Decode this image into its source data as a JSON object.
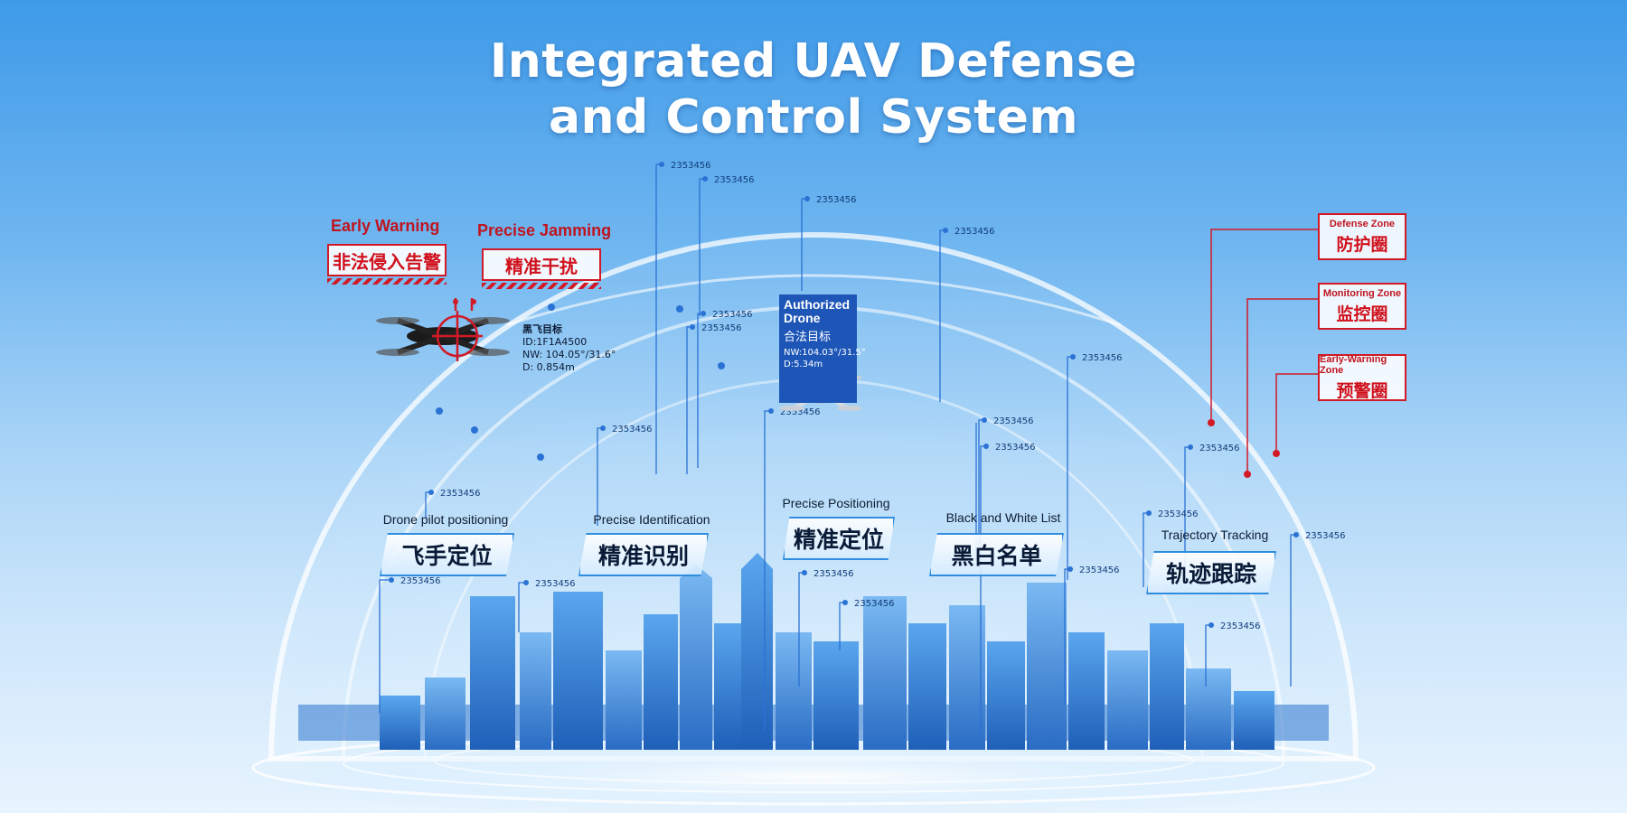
{
  "title": {
    "line1": "Integrated UAV Defense",
    "line2": "and Control System"
  },
  "early_warning": {
    "en": "Early Warning",
    "cn": "非法侵入告警"
  },
  "precise_jamming": {
    "en": "Precise Jamming",
    "cn": "精准干扰"
  },
  "hostile_target": {
    "name": "黑飞目标",
    "id": "ID:1F1A4500",
    "coord": "NW:  104.05°/31.6°",
    "distance": "D:   0.854m"
  },
  "authorized": {
    "en": "Authorized Drone",
    "cn": "合法目标",
    "coord": "NW:104.03°/31.5°",
    "distance": "D:5.34m"
  },
  "functions": [
    {
      "en": "Drone pilot positioning",
      "cn": "飞手定位"
    },
    {
      "en": "Precise Identification",
      "cn": "精准识别"
    },
    {
      "en": "Precise Positioning",
      "cn": "精准定位"
    },
    {
      "en": "Black and White List",
      "cn": "黑白名单"
    },
    {
      "en": "Trajectory Tracking",
      "cn": "轨迹跟踪"
    }
  ],
  "zones": [
    {
      "en": "Defense Zone",
      "cn": "防护圈"
    },
    {
      "en": "Monitoring Zone",
      "cn": "监控圈"
    },
    {
      "en": "Early-Warning Zone",
      "cn": "预警圈"
    }
  ],
  "sensor_code": "2353456",
  "colors": {
    "sky_top": "#3e9ae8",
    "accent_blue": "#2f8de0",
    "alert_red": "#d21a26",
    "authorized_blue": "#1e56b8"
  }
}
